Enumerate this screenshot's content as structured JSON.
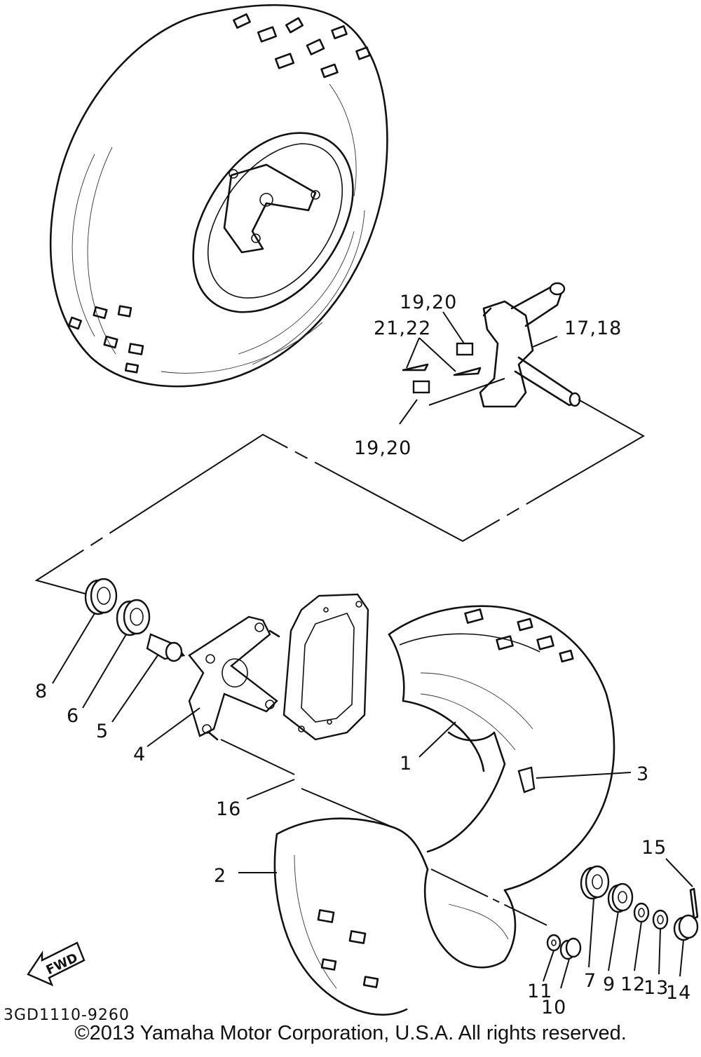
{
  "callouts": {
    "p1": "1",
    "p2": "2",
    "p3": "3",
    "p4": "4",
    "p5": "5",
    "p6": "6",
    "p7": "7",
    "p8": "8",
    "p9": "9",
    "p10": "10",
    "p11": "11",
    "p12": "12",
    "p13": "13",
    "p14": "14",
    "p15": "15",
    "p16": "16",
    "p17_18": "17,18",
    "p19_20_top": "19,20",
    "p19_20_bottom": "19,20",
    "p21_22": "21,22"
  },
  "fwd_label": "FWD",
  "drawing_code": "3GD1110-9260",
  "copyright": "©2013 Yamaha Motor Corporation, U.S.A. All rights reserved."
}
